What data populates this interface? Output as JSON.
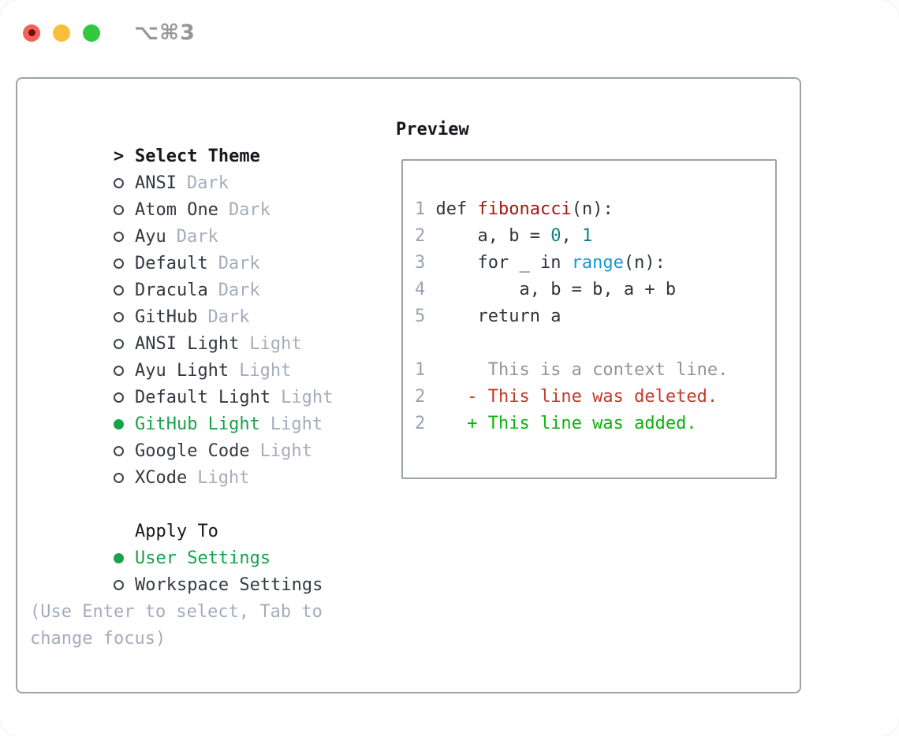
{
  "window": {
    "title": "⌥⌘3"
  },
  "colors": {
    "selection_green": "#17a349",
    "added_green": "#0cb30c",
    "deleted_red": "#c5392a",
    "function_red": "#a31a15",
    "builtin_blue": "#1b95d1",
    "number_teal": "#0f7f80",
    "muted_gray": "#a4adbb",
    "line_number_gray": "#98a3b3",
    "border_gray": "#9aa3ae",
    "traffic_red": "#f4605a",
    "traffic_yellow": "#fcbe3a",
    "traffic_green": "#33c93f"
  },
  "theme_picker": {
    "header_prefix": ">",
    "header": "Select Theme",
    "items": [
      {
        "name": "ANSI",
        "variant": "Dark",
        "selected": false
      },
      {
        "name": "Atom One",
        "variant": "Dark",
        "selected": false
      },
      {
        "name": "Ayu",
        "variant": "Dark",
        "selected": false
      },
      {
        "name": "Default",
        "variant": "Dark",
        "selected": false
      },
      {
        "name": "Dracula",
        "variant": "Dark",
        "selected": false
      },
      {
        "name": "GitHub",
        "variant": "Dark",
        "selected": false
      },
      {
        "name": "ANSI Light",
        "variant": "Light",
        "selected": false
      },
      {
        "name": "Ayu Light",
        "variant": "Light",
        "selected": false
      },
      {
        "name": "Default Light",
        "variant": "Light",
        "selected": false
      },
      {
        "name": "GitHub Light",
        "variant": "Light",
        "selected": true
      },
      {
        "name": "Google Code",
        "variant": "Light",
        "selected": false
      },
      {
        "name": "XCode",
        "variant": "Light",
        "selected": false
      }
    ],
    "apply_to": {
      "header": "Apply To",
      "options": [
        {
          "name": "User Settings",
          "selected": true
        },
        {
          "name": "Workspace Settings",
          "selected": false
        }
      ]
    },
    "hint_line1": "(Use Enter to select, Tab to",
    "hint_line2": "change focus)"
  },
  "preview": {
    "title": "Preview",
    "code_lines": [
      [
        [
          "ln",
          "1 "
        ],
        [
          "pl",
          "def "
        ],
        [
          "fn",
          "fibonacci"
        ],
        [
          "pl",
          "(n):"
        ]
      ],
      [
        [
          "ln",
          "2 "
        ],
        [
          "pl",
          "    a, b = "
        ],
        [
          "nm",
          "0"
        ],
        [
          "pl",
          ", "
        ],
        [
          "nm",
          "1"
        ]
      ],
      [
        [
          "ln",
          "3 "
        ],
        [
          "pl",
          "    for _ in "
        ],
        [
          "cl",
          "range"
        ],
        [
          "pl",
          "(n):"
        ]
      ],
      [
        [
          "ln",
          "4 "
        ],
        [
          "pl",
          "        a, b = b, a + b"
        ]
      ],
      [
        [
          "ln",
          "5 "
        ],
        [
          "pl",
          "    return a"
        ]
      ],
      [],
      [
        [
          "ln",
          "1"
        ],
        [
          "ctx",
          "      This is a context line."
        ]
      ],
      [
        [
          "ln",
          "2"
        ],
        [
          "del",
          "    - This line was deleted."
        ]
      ],
      [
        [
          "ln",
          "2"
        ],
        [
          "add",
          "    + This line was added."
        ]
      ]
    ]
  }
}
